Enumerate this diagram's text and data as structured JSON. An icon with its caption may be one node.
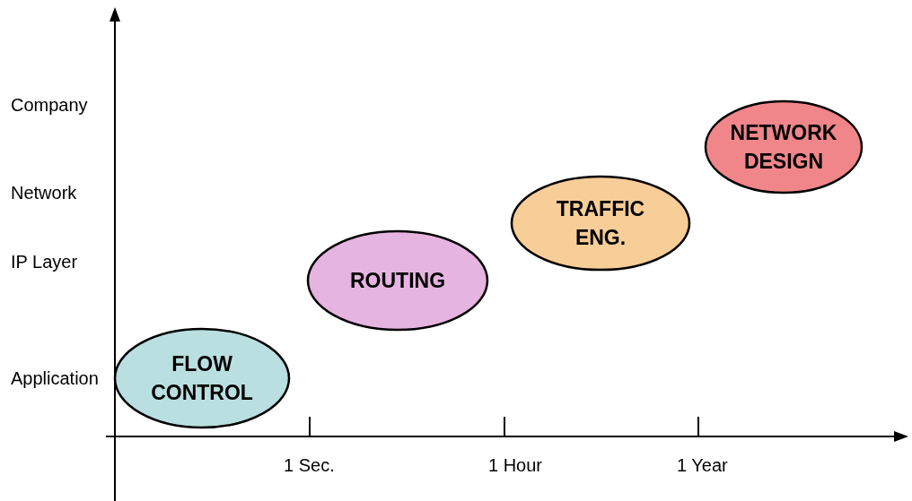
{
  "diagram": {
    "nodes": [
      {
        "text": [
          "FLOW CONTROL"
        ]
      },
      {
        "text": [
          "ROUTING"
        ]
      },
      {
        "text": [
          "TRAFFIC ENG."
        ]
      },
      {
        "text": [
          "NETWORK DESIGN"
        ]
      }
    ],
    "labels": [
      "Company",
      "Network",
      "IP Layer",
      "Application",
      "1 Sec.",
      "1 Hour",
      "1 Year"
    ]
  }
}
